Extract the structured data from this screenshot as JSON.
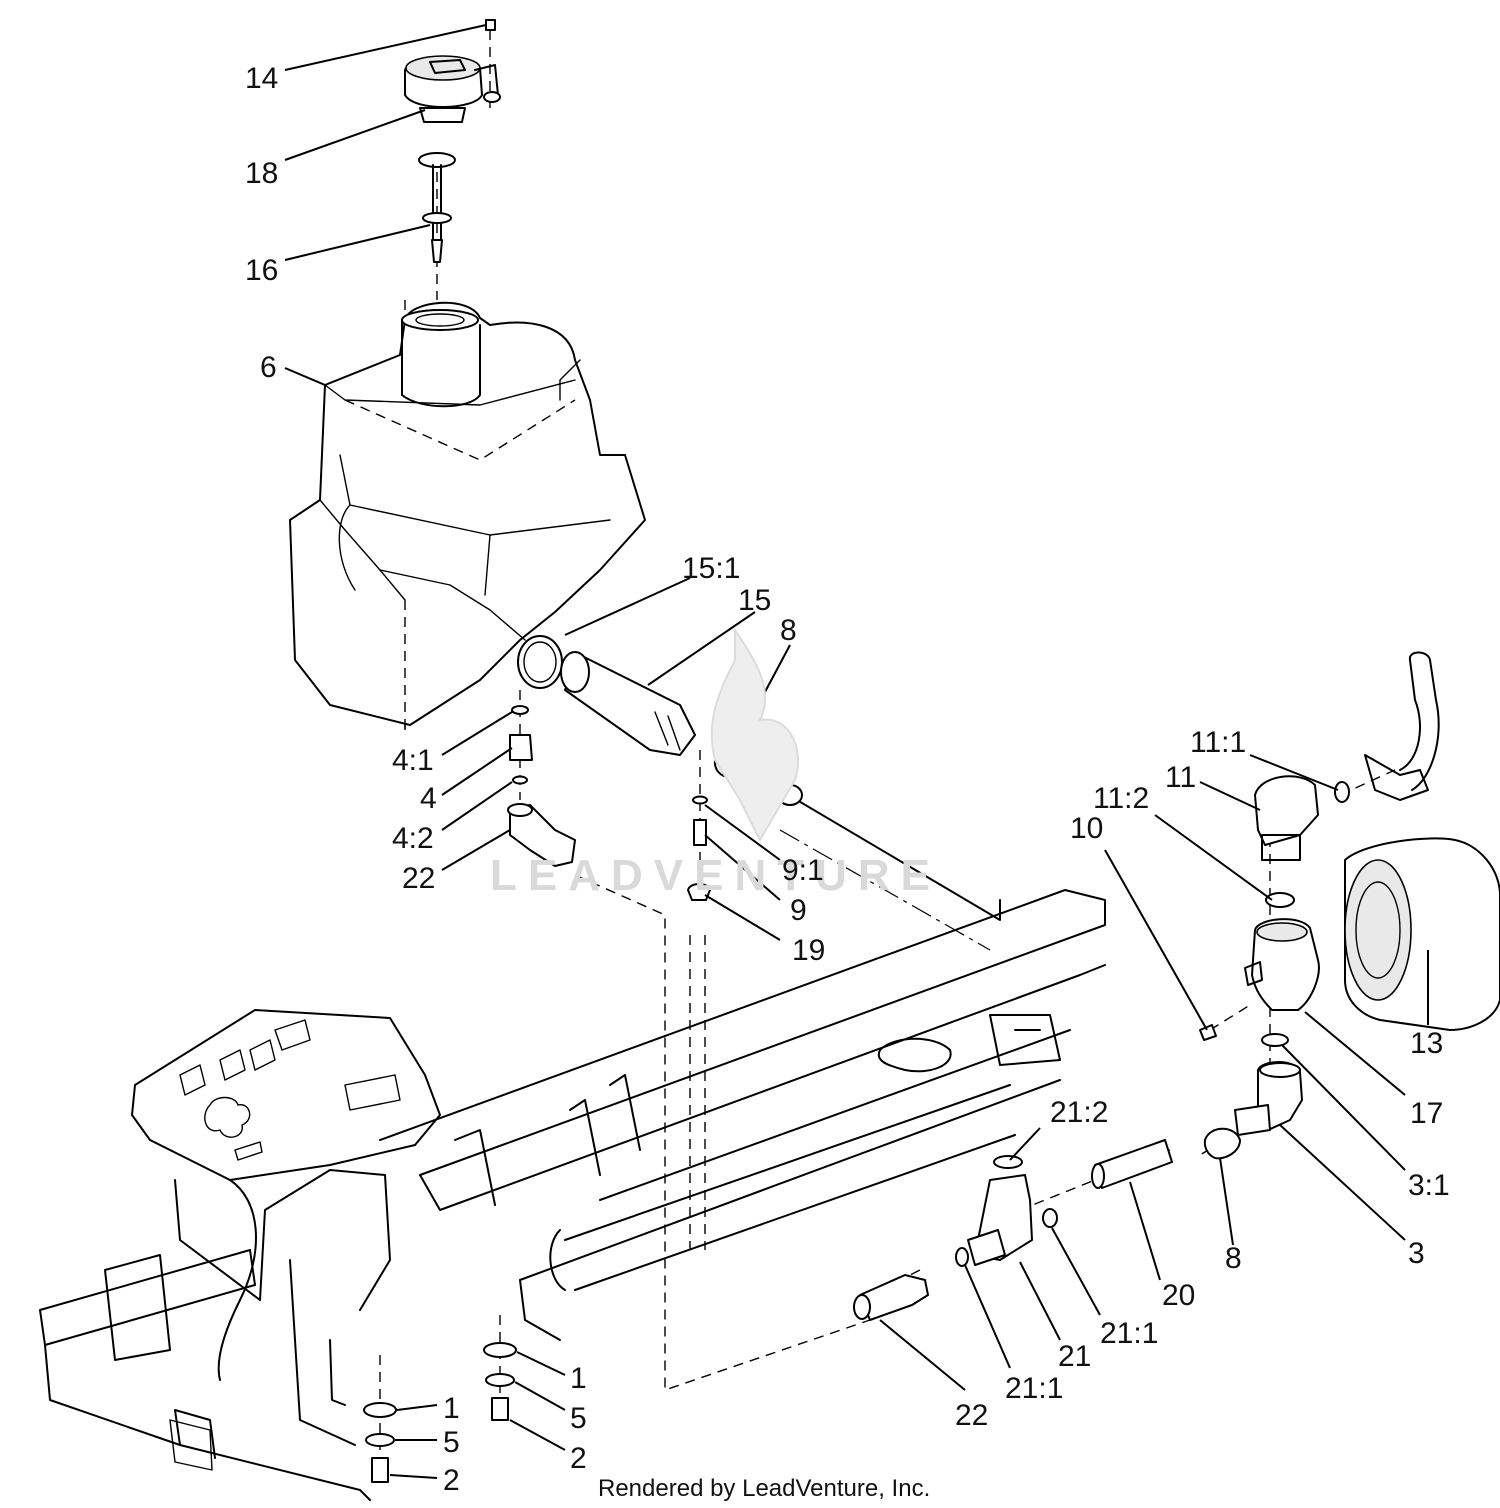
{
  "watermark": {
    "text": "LEADVENTURE"
  },
  "footer": {
    "text": "Rendered by LeadVenture, Inc."
  },
  "callouts": [
    {
      "label": "14"
    },
    {
      "label": "18"
    },
    {
      "label": "16"
    },
    {
      "label": "6"
    },
    {
      "label": "15:1"
    },
    {
      "label": "15"
    },
    {
      "label": "8"
    },
    {
      "label": "4:1"
    },
    {
      "label": "4"
    },
    {
      "label": "4:2"
    },
    {
      "label": "22"
    },
    {
      "label": "9:1"
    },
    {
      "label": "9"
    },
    {
      "label": "19"
    },
    {
      "label": "11:1"
    },
    {
      "label": "11"
    },
    {
      "label": "11:2"
    },
    {
      "label": "10"
    },
    {
      "label": "13"
    },
    {
      "label": "17"
    },
    {
      "label": "3:1"
    },
    {
      "label": "3"
    },
    {
      "label": "8"
    },
    {
      "label": "21:2"
    },
    {
      "label": "20"
    },
    {
      "label": "21:1"
    },
    {
      "label": "21"
    },
    {
      "label": "21:1"
    },
    {
      "label": "22"
    },
    {
      "label": "1"
    },
    {
      "label": "5"
    },
    {
      "label": "2"
    },
    {
      "label": "1"
    },
    {
      "label": "5"
    },
    {
      "label": "2"
    }
  ]
}
